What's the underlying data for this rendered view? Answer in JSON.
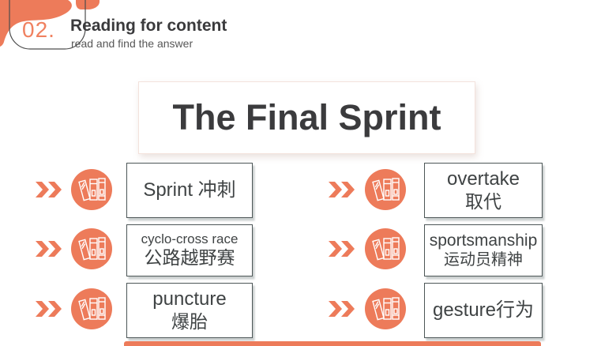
{
  "header": {
    "section_number": "02.",
    "title": "Reading for content",
    "subtitle": "read and find the answer"
  },
  "main_title": "The Final Sprint",
  "vocab_cards": {
    "left": [
      {
        "lines": [
          "Sprint 冲刺"
        ]
      },
      {
        "lines": [
          "cyclo-cross race",
          "公路越野赛"
        ]
      },
      {
        "lines": [
          "puncture",
          "爆胎"
        ]
      }
    ],
    "right": [
      {
        "lines": [
          "overtake",
          "取代"
        ]
      },
      {
        "lines": [
          "sportsmanship",
          "运动员精神"
        ]
      },
      {
        "lines": [
          "gesture行为"
        ]
      }
    ]
  },
  "icons": {
    "row_marker": "double-chevron-icon",
    "card_badge": "books-icon",
    "corner": "corner-swoosh-decoration"
  },
  "colors": {
    "accent_orange": "#ED7B5A",
    "section_number_orange": "#F08160",
    "heading_text": "#3A3A3C",
    "subtitle_text": "#575757",
    "card_text": "#3F4344",
    "card_border": "#4C5657",
    "title_box_border": "#F3E2DC"
  }
}
